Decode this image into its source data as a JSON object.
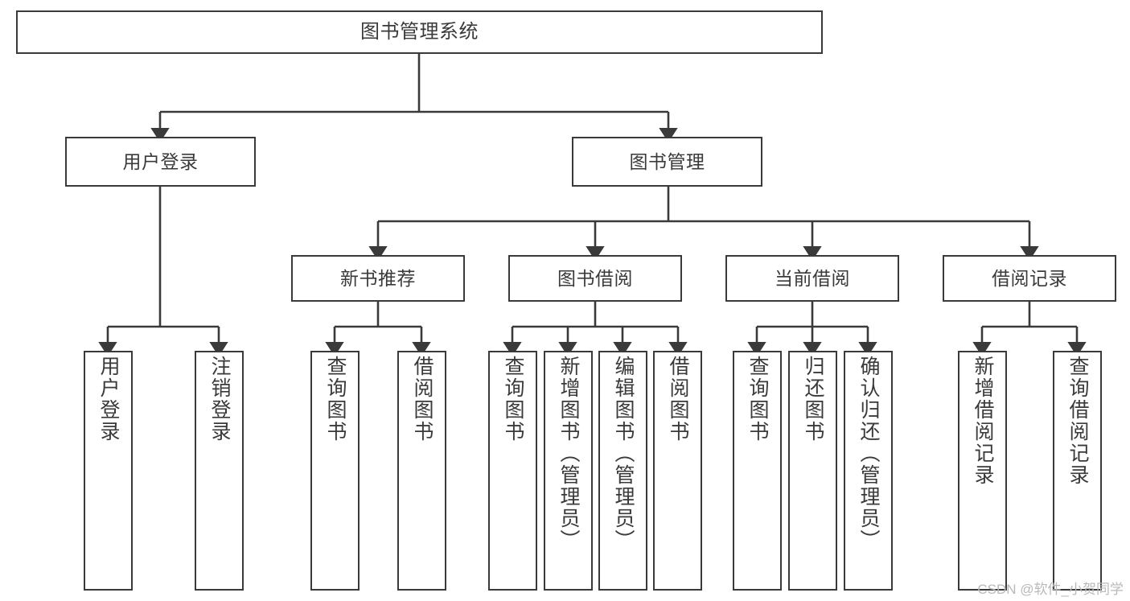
{
  "diagram": {
    "type": "tree-hierarchy",
    "title": "图书管理系统",
    "watermark": "CSDN @软件_小贺同学",
    "colors": {
      "box_border": "#3a3a3a",
      "box_fill": "#ffffff",
      "edge": "#3a3a3a",
      "text": "#3a3a3a",
      "background": "#ffffff",
      "watermark": "#b9b9b9"
    },
    "nodes": {
      "root": {
        "label": "图书管理系统",
        "level": 0
      },
      "l1": [
        {
          "id": "user-login",
          "label": "用户登录",
          "level": 1
        },
        {
          "id": "book-manage",
          "label": "图书管理",
          "level": 1
        }
      ],
      "l2": [
        {
          "id": "new-book-recommend",
          "label": "新书推荐",
          "level": 2,
          "parent": "book-manage"
        },
        {
          "id": "book-borrow",
          "label": "图书借阅",
          "level": 2,
          "parent": "book-manage"
        },
        {
          "id": "current-borrow",
          "label": "当前借阅",
          "level": 2,
          "parent": "book-manage"
        },
        {
          "id": "borrow-record",
          "label": "借阅记录",
          "level": 2,
          "parent": "book-manage"
        }
      ],
      "leaves": [
        {
          "id": "leaf-user-login",
          "label": "用户登录",
          "parent": "user-login"
        },
        {
          "id": "leaf-user-logout",
          "label": "注销登录",
          "parent": "user-login"
        },
        {
          "id": "leaf-query-book-1",
          "label": "查询图书",
          "parent": "new-book-recommend"
        },
        {
          "id": "leaf-borrow-book-1",
          "label": "借阅图书",
          "parent": "new-book-recommend"
        },
        {
          "id": "leaf-query-book-2",
          "label": "查询图书",
          "parent": "book-borrow"
        },
        {
          "id": "leaf-add-book",
          "label": "新增图书（管理员）",
          "parent": "book-borrow"
        },
        {
          "id": "leaf-edit-book",
          "label": "编辑图书（管理员）",
          "parent": "book-borrow"
        },
        {
          "id": "leaf-borrow-book-2",
          "label": "借阅图书",
          "parent": "book-borrow"
        },
        {
          "id": "leaf-query-book-3",
          "label": "查询图书",
          "parent": "current-borrow"
        },
        {
          "id": "leaf-return-book",
          "label": "归还图书",
          "parent": "current-borrow"
        },
        {
          "id": "leaf-confirm-return",
          "label": "确认归还（管理员）",
          "parent": "current-borrow"
        },
        {
          "id": "leaf-add-record",
          "label": "新增借阅记录",
          "parent": "borrow-record"
        },
        {
          "id": "leaf-query-record",
          "label": "查询借阅记录",
          "parent": "borrow-record"
        }
      ]
    }
  }
}
